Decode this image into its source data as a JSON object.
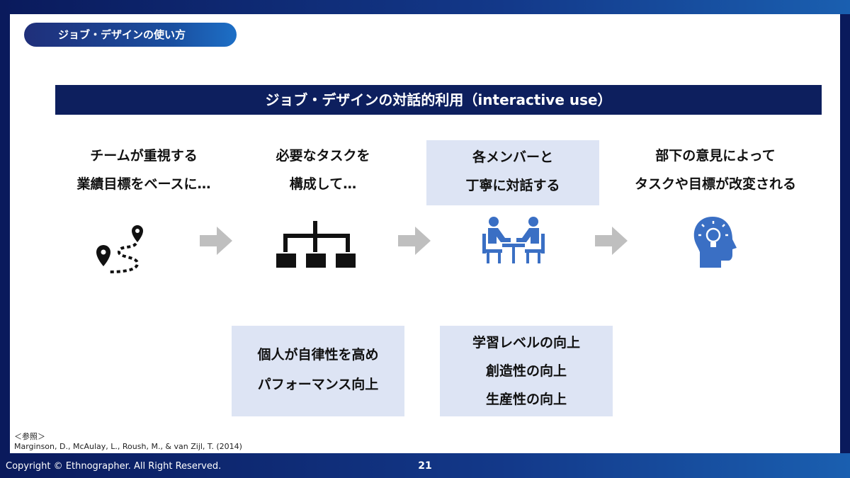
{
  "header": {
    "section_label": "ジョブ・デザインの使い方"
  },
  "title": "ジョブ・デザインの対話的利用（interactive use）",
  "steps": [
    {
      "line1": "チームが重視する",
      "line2": "業績目標をベースに…",
      "icon": "route-map-pin-icon"
    },
    {
      "line1": "必要なタスクを",
      "line2": "構成して…",
      "icon": "org-chart-icon"
    },
    {
      "line1": "各メンバーと",
      "line2": "丁寧に対話する",
      "icon": "meeting-people-icon"
    },
    {
      "line1": "部下の意見によって",
      "line2": "タスクや目標が改変される",
      "icon": "head-lightbulb-icon"
    }
  ],
  "outcomes": {
    "left": {
      "line1": "個人が自律性を高め",
      "line2": "パフォーマンス向上"
    },
    "right": {
      "line1": "学習レベルの向上",
      "line2": "創造性の向上",
      "line3": "生産性の向上"
    }
  },
  "reference": {
    "label": "＜参照＞",
    "citation": "Marginson, D., McAulay, L., Roush, M., & van Zijl, T. (2014)"
  },
  "footer": {
    "copyright": "Copyright © Ethnographer. All Right Reserved.",
    "page_number": "21"
  },
  "colors": {
    "navy": "#0d1f5e",
    "icon_blue": "#3a6fc4",
    "highlight": "#dde4f4",
    "arrow_gray": "#bfbfbf"
  }
}
